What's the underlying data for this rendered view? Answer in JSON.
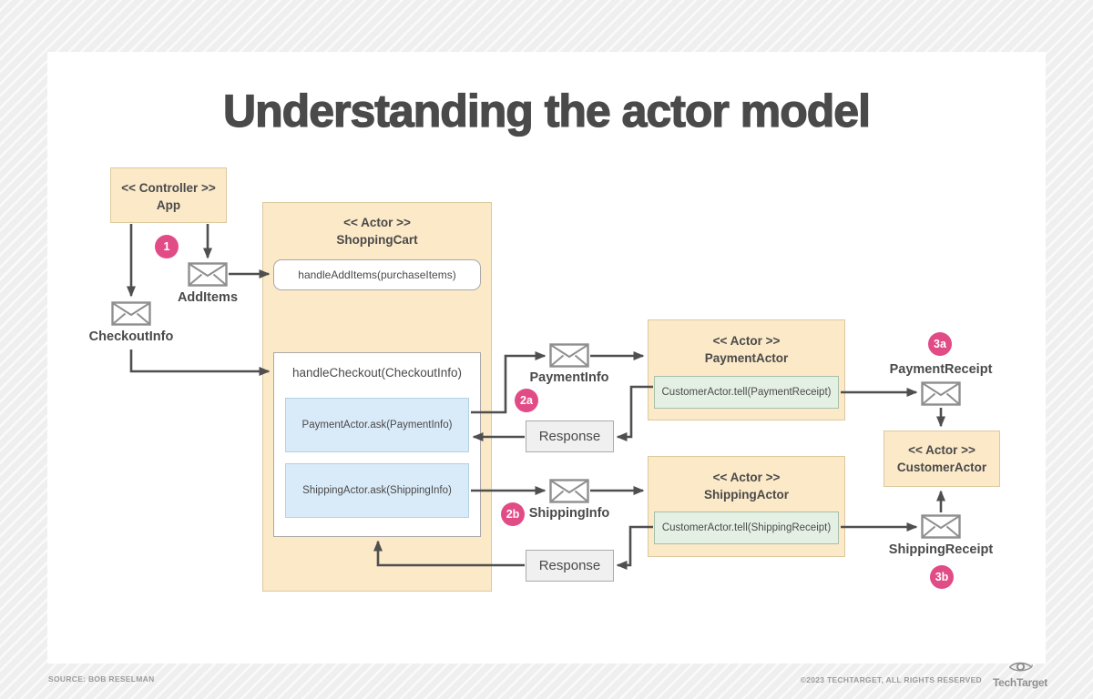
{
  "page": {
    "title": "Understanding the actor model",
    "source": "SOURCE: BOB RESELMAN",
    "copyright": "©2023 TECHTARGET, ALL RIGHTS RESERVED",
    "brand": "TechTarget"
  },
  "colors": {
    "accent_pink": "#e14c86",
    "actor_fill": "#fbe9c8",
    "actor_border": "#dcc9a0",
    "ask_fill": "#d9eaf8",
    "tell_fill": "#e5f0e5",
    "response_fill": "#f0f0f0",
    "arrow": "#4f4f4f",
    "text": "#4a4a4a"
  },
  "nodes": {
    "controller": {
      "stereotype": "<< Controller >>",
      "name": "App"
    },
    "shopping_cart": {
      "stereotype": "<< Actor >>",
      "name": "ShoppingCart"
    },
    "handle_add_items": "handleAddItems(purchaseItems)",
    "handle_checkout": "handleCheckout(CheckoutInfo)",
    "payment_ask": "PaymentActor.ask(PaymentInfo)",
    "shipping_ask": "ShippingActor.ask(ShippingInfo)",
    "payment_actor": {
      "stereotype": "<< Actor >>",
      "name": "PaymentActor"
    },
    "payment_tell": "CustomerActor.tell(PaymentReceipt)",
    "shipping_actor": {
      "stereotype": "<< Actor >>",
      "name": "ShippingActor"
    },
    "shipping_tell": "CustomerActor.tell(ShippingReceipt)",
    "customer_actor": {
      "stereotype": "<< Actor >>",
      "name": "CustomerActor"
    },
    "response_payment": "Response",
    "response_shipping": "Response"
  },
  "messages": {
    "add_items": "AddItems",
    "checkout_info": "CheckoutInfo",
    "payment_info": "PaymentInfo",
    "shipping_info": "ShippingInfo",
    "payment_receipt": "PaymentReceipt",
    "shipping_receipt": "ShippingReceipt"
  },
  "steps": {
    "one": "1",
    "two_a": "2a",
    "two_b": "2b",
    "three_a": "3a",
    "three_b": "3b"
  }
}
